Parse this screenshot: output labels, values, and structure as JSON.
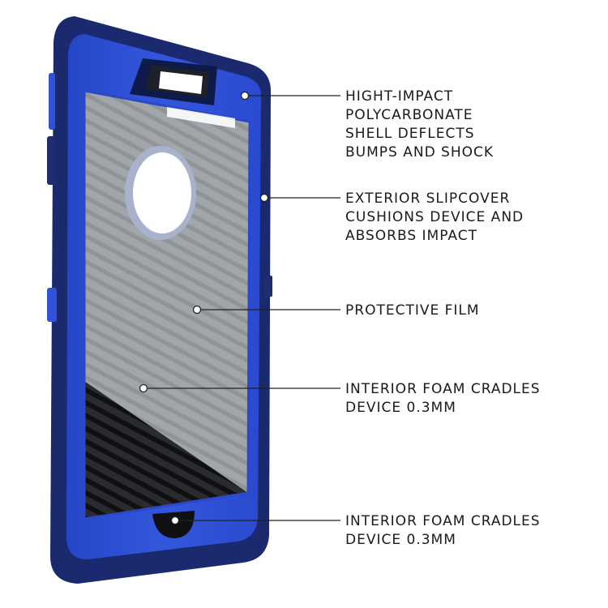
{
  "colors": {
    "case_navy": "#1a2a6b",
    "case_blue": "#2f52d6",
    "case_blue_light": "#4a6ef0",
    "film_gray": "#9a9ea3",
    "stripe_dark": "#1e1f22",
    "leader_line": "#222222"
  },
  "icons": {
    "camera_ring": "camera-hole-icon",
    "home_button": "home-button-icon"
  },
  "callouts": [
    {
      "lines": [
        "HIGHT-IMPACT",
        "POLYCARBONATE",
        "SHELL DEFLECTS",
        "BUMPS AND SHOCK"
      ]
    },
    {
      "lines": [
        "EXTERIOR SLIPCOVER",
        "CUSHIONS DEVICE AND",
        "ABSORBS IMPACT"
      ]
    },
    {
      "lines": [
        "PROTECTIVE FILM"
      ]
    },
    {
      "lines": [
        "INTERIOR FOAM CRADLES",
        "DEVICE 0.3MM"
      ]
    },
    {
      "lines": [
        "INTERIOR FOAM CRADLES",
        "DEVICE 0.3MM"
      ]
    }
  ]
}
